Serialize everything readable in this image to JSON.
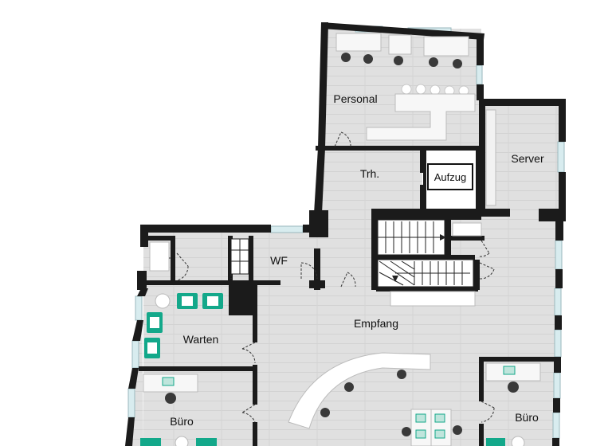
{
  "plan": {
    "colors": {
      "background": "#ffffff",
      "floor": "#e0e0e0",
      "wall": "#1b1b1b",
      "window": "#d8ecef",
      "desk": "#f7f7f7",
      "chair": "#3a3a3a",
      "armchair": "#13a88a",
      "stair_tread": "#ffffff"
    },
    "rooms": {
      "personal": "Personal",
      "server": "Server",
      "trh": "Trh.",
      "aufzug": "Aufzug",
      "wf": "WF",
      "empfang": "Empfang",
      "warten": "Warten",
      "buero_left": "Büro",
      "buero_right": "Büro"
    }
  }
}
